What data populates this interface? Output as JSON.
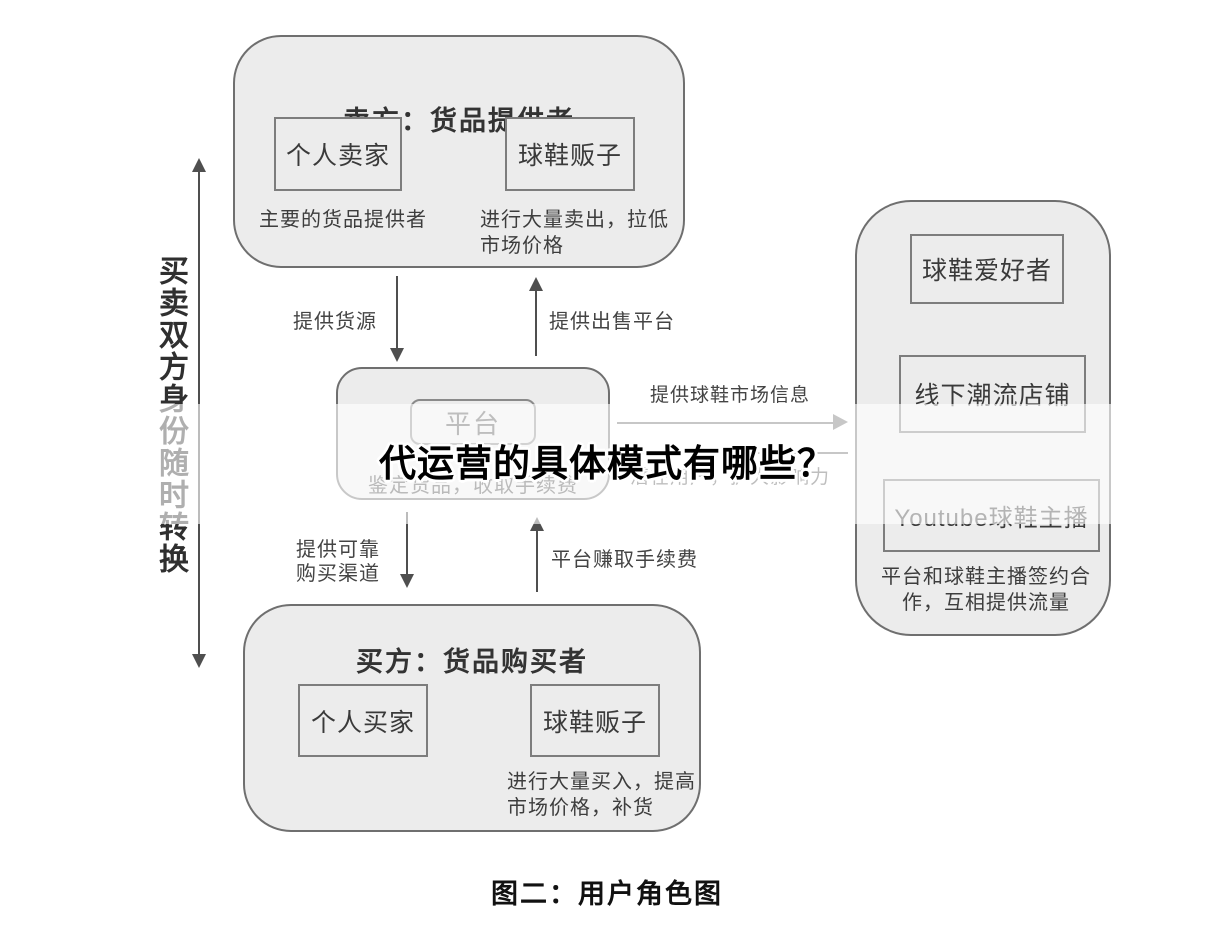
{
  "overlay": {
    "title": "代运营的具体模式有哪些？"
  },
  "figure_caption": "图二：用户角色图",
  "left_axis": {
    "label": "买卖双方身份随时转换"
  },
  "seller": {
    "title": "卖方：货品提供者",
    "member1": "个人卖家",
    "member1_note": "主要的货品提供者",
    "member2": "球鞋贩子",
    "member2_note": "进行大量卖出，拉低市场价格"
  },
  "platform": {
    "name": "平台",
    "note": "鉴定货品，收取手续费"
  },
  "buyer": {
    "title": "买方：货品购买者",
    "member1": "个人买家",
    "member2": "球鞋贩子",
    "member2_note": "进行大量买入，提高市场价格，补货"
  },
  "audience": {
    "member1": "球鞋爱好者",
    "member2": "线下潮流店铺",
    "member3": "Youtube球鞋主播",
    "note": "平台和球鞋主播签约合作，互相提供流量"
  },
  "edges": {
    "seller_to_platform": "提供货源",
    "platform_to_seller": "提供出售平台",
    "platform_to_audience_info": "提供球鞋市场信息",
    "platform_to_audience_users": "潜在用户，扩大影响力",
    "platform_to_buyer": "提供可靠购买渠道",
    "buyer_to_platform": "平台赚取手续费"
  },
  "colors": {
    "box_fill": "#ececec",
    "box_border": "#6f6f6f",
    "arrow": "#4f4f4f",
    "headline": "#000000"
  }
}
